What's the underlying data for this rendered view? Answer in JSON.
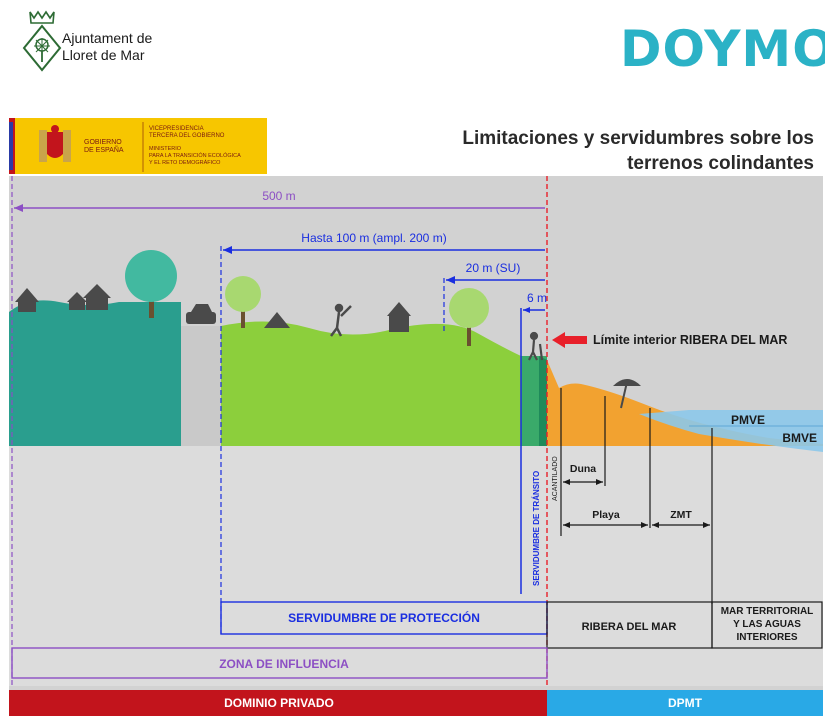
{
  "header": {
    "ajuntament": {
      "line1": "Ajuntament de",
      "line2": "Lloret de Mar"
    },
    "doymo": {
      "logo_text": "DOYMO",
      "color": "#2bb2c6"
    }
  },
  "banner": {
    "gobierno_line1": "GOBIERNO",
    "gobierno_line2": "DE ESPAÑA",
    "vice_line1": "VICEPRESIDENCIA",
    "vice_line2": "TERCERA DEL GOBIERNO",
    "min_line1": "MINISTERIO",
    "min_line2": "PARA LA TRANSICIÓN ECOLÓGICA",
    "min_line3": "Y EL RETO DEMOGRÁFICO",
    "color": "#f7c600"
  },
  "title": {
    "line1": "Limitaciones y servidumbres sobre los",
    "line2": "terrenos colindantes"
  },
  "distances": {
    "d500": "500 m",
    "hasta100": "Hasta 100 m (ampl. 200 m)",
    "d20": "20 m (SU)",
    "d6": "6 m"
  },
  "labels": {
    "limite": "Límite interior  RIBERA DEL MAR",
    "pmve": "PMVE",
    "bmve": "BMVE",
    "duna": "Duna",
    "playa": "Playa",
    "zmt": "ZMT",
    "acantilado": "ACANTILADO",
    "servidumbre_transito": "SERVIDUMBRE DE TRÁNSITO"
  },
  "zones": {
    "servidumbre_proteccion": "SERVIDUMBRE DE PROTECCIÓN",
    "ribera_del_mar": "RIBERA DEL MAR",
    "mar_line1": "MAR TERRITORIAL",
    "mar_line2": "Y LAS AGUAS",
    "mar_line3": "INTERIORES",
    "zona_influencia": "ZONA DE INFLUENCIA",
    "dominio_privado": "DOMINIO PRIVADO",
    "dpmt": "DPMT"
  },
  "colors": {
    "purple": "#8c4fc4",
    "blue": "#1a2ee0",
    "red_line": "#e8202a",
    "land_green": "#8ccf3c",
    "teal": "#2a9e8e",
    "sand": "#f2a230",
    "sea": "#8cc8ea",
    "dominio": "#c2141c",
    "dpmt": "#29a9e6"
  }
}
